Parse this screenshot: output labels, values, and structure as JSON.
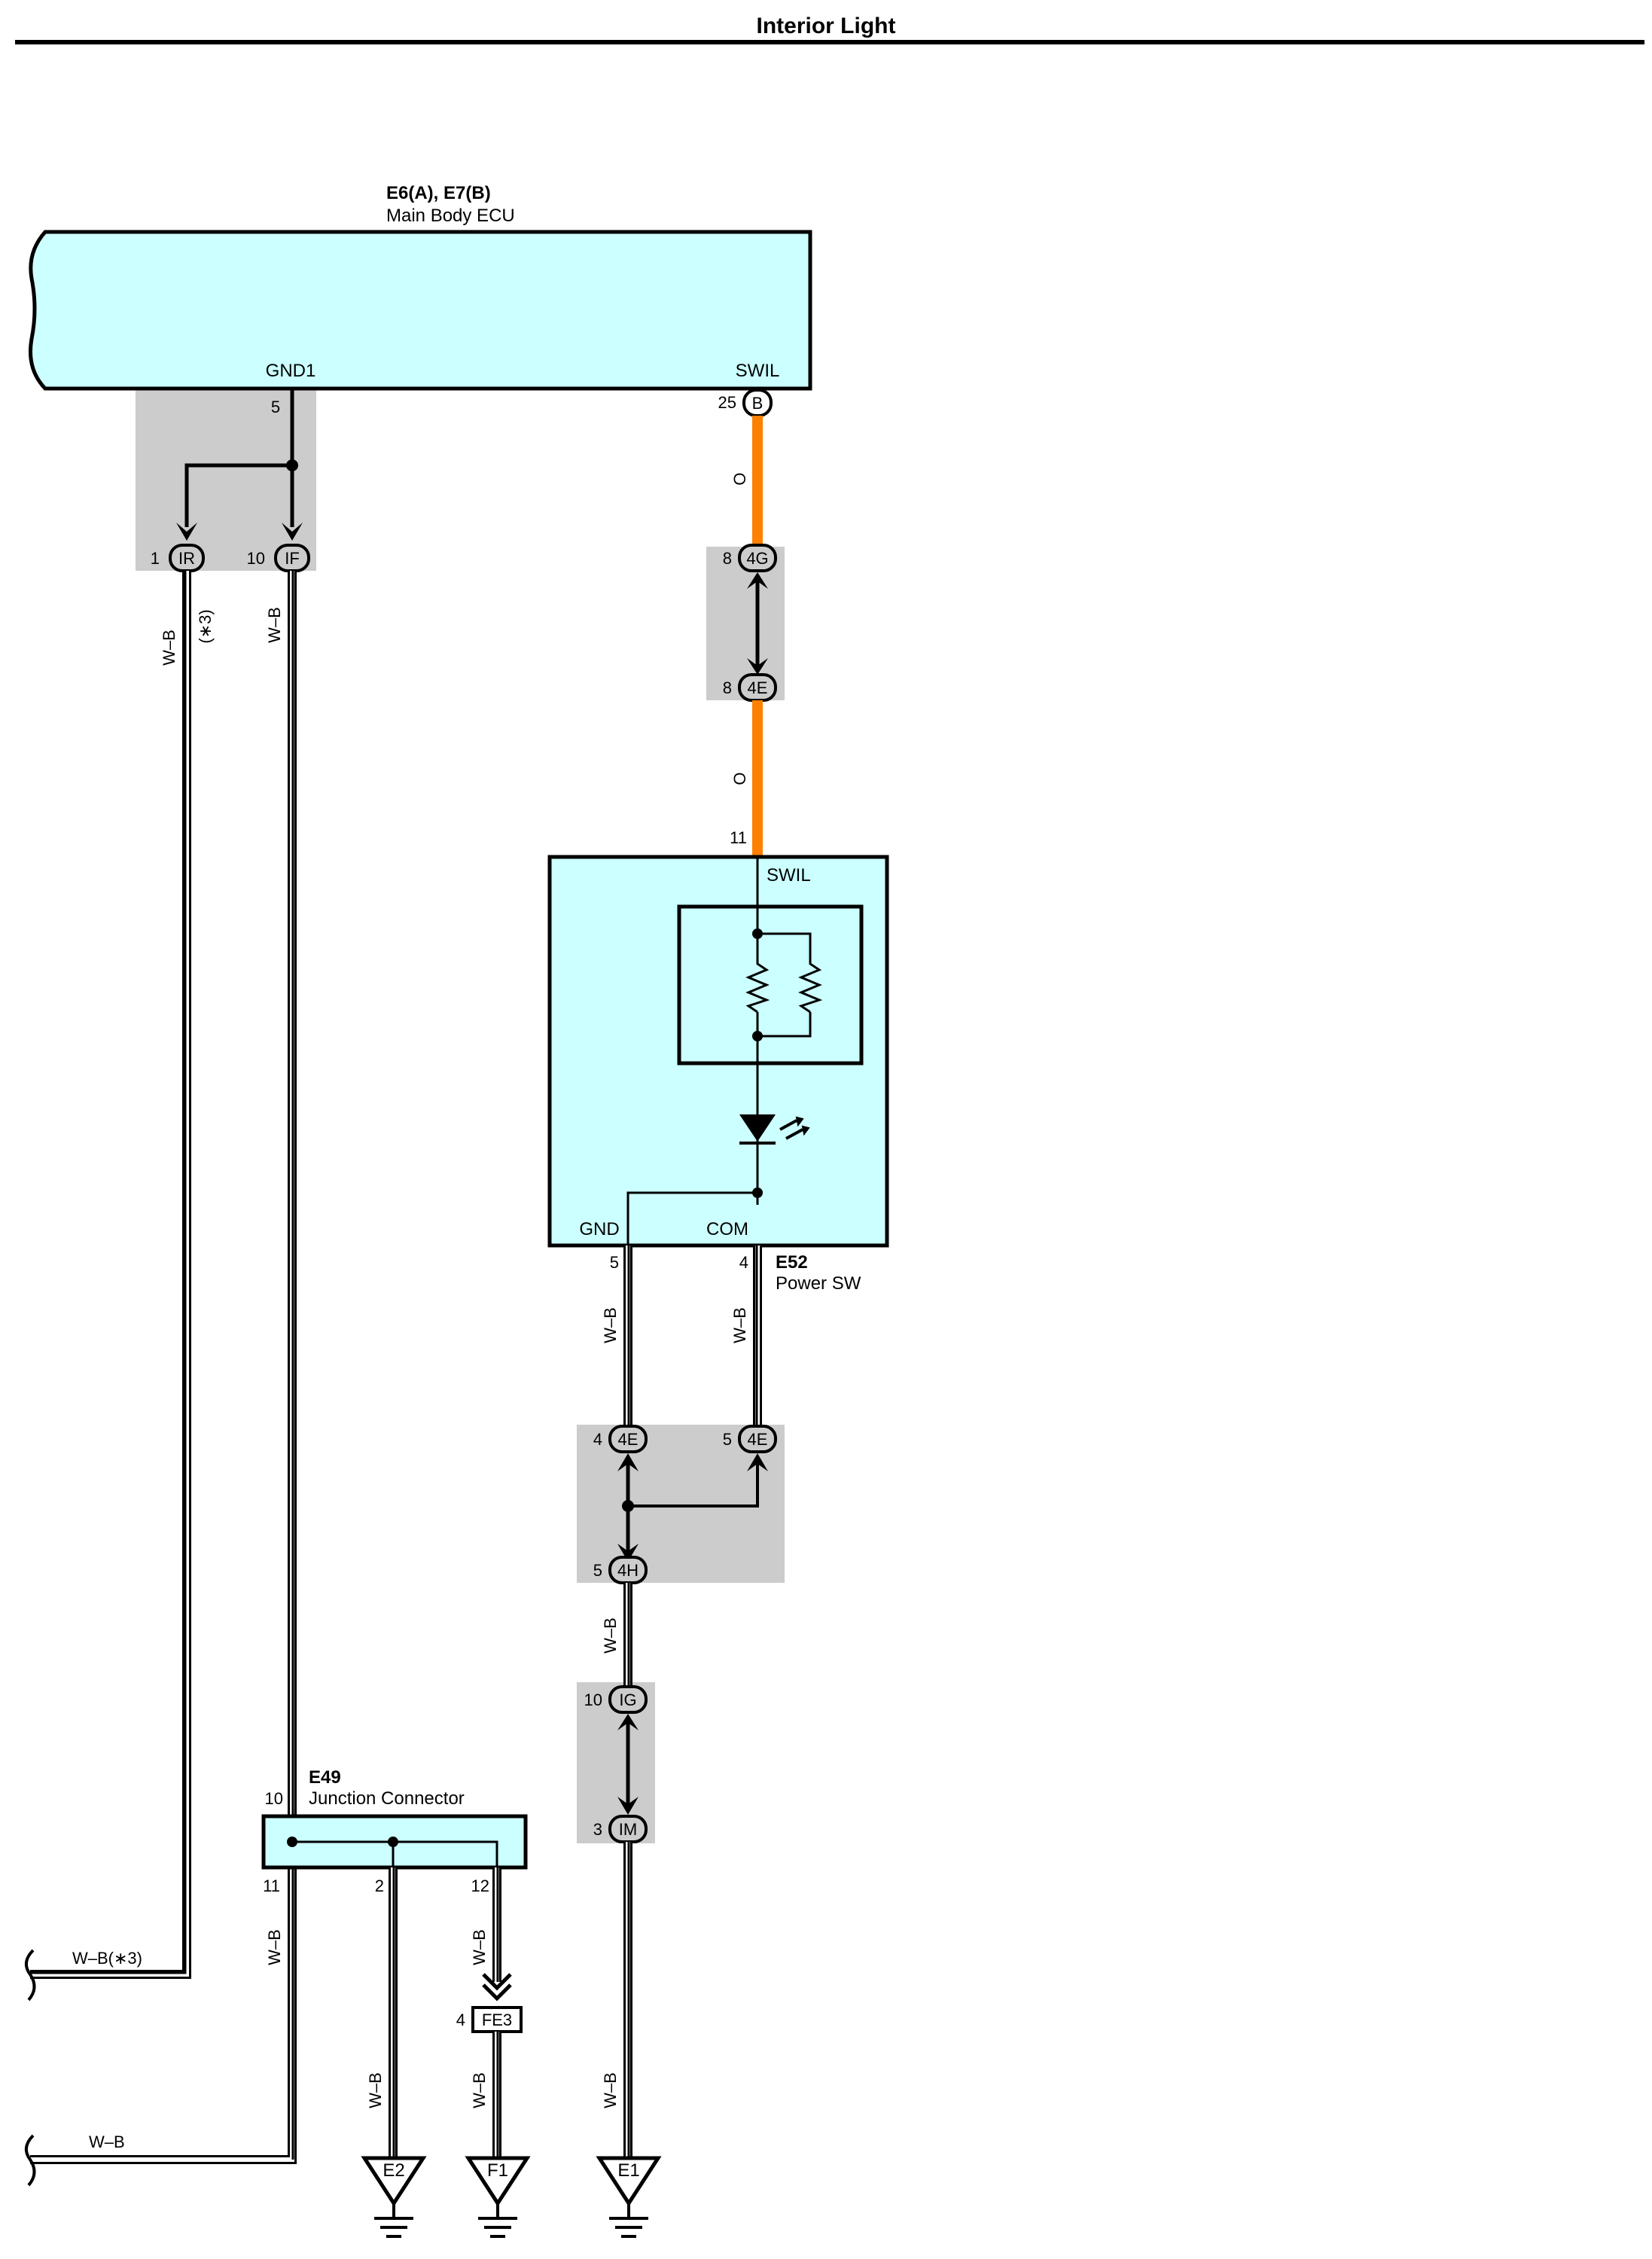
{
  "page": {
    "title": "Interior Light"
  },
  "colors": {
    "component_fill": "#ccffff",
    "splice_shade": "#cccccc",
    "wire_orange": "#ff8000",
    "ink": "#000000"
  },
  "ecu": {
    "code": "E6(A), E7(B)",
    "name": "Main Body ECU",
    "pin_gnd1": "GND1",
    "pin_swil": "SWIL",
    "pin_gnd1_no": "5",
    "pin_swil_no": "25",
    "pin_swil_conn": "B"
  },
  "connectors": {
    "ir": {
      "pin": "1",
      "label": "IR"
    },
    "if": {
      "pin": "10",
      "label": "IF"
    },
    "c4g": {
      "pin": "8",
      "label": "4G"
    },
    "c4e_top": {
      "pin": "8",
      "label": "4E"
    },
    "c4e_left": {
      "pin": "4",
      "label": "4E"
    },
    "c4e_right": {
      "pin": "5",
      "label": "4E"
    },
    "c4h": {
      "pin": "5",
      "label": "4H"
    },
    "ig": {
      "pin": "10",
      "label": "IG"
    },
    "im": {
      "pin": "3",
      "label": "IM"
    },
    "fe3": {
      "pin": "4",
      "label": "FE3"
    }
  },
  "wires": {
    "orange_1": "O",
    "orange_2": "O",
    "wb": "W–B",
    "note3": "(∗3)",
    "wb_note3": "W–B(∗3)"
  },
  "power_sw": {
    "code": "E52",
    "name": "Power SW",
    "pin_swil": "SWIL",
    "pin_swil_no": "11",
    "pin_gnd": "GND",
    "pin_com": "COM",
    "pin_gnd_no": "5",
    "pin_com_no": "4"
  },
  "junction": {
    "code": "E49",
    "name": "Junction Connector",
    "pin_in": "10",
    "pin_11": "11",
    "pin_2": "2",
    "pin_12": "12"
  },
  "grounds": {
    "e2": "E2",
    "f1": "F1",
    "e1": "E1"
  }
}
